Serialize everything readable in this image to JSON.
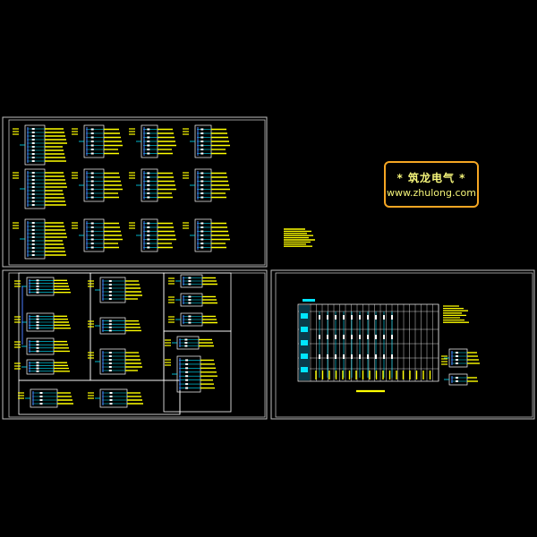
{
  "watermark": {
    "title": "* 筑龙电气 *",
    "url": "www.zhulong.com"
  },
  "colors": {
    "background": "#000000",
    "frame": "#bfbfbf",
    "wire_yellow": "#ffff00",
    "wire_cyan": "#00e5ff",
    "wire_white": "#ffffff",
    "wire_blue": "#4a7dff",
    "logo_border": "#f5a623",
    "logo_text": "#f5f57a"
  },
  "sheets": [
    {
      "name": "sheet-distribution-panels-1",
      "content": "schematic"
    },
    {
      "name": "sheet-distribution-panels-2",
      "content": "schematic"
    },
    {
      "name": "sheet-system-table",
      "content": "table"
    }
  ]
}
